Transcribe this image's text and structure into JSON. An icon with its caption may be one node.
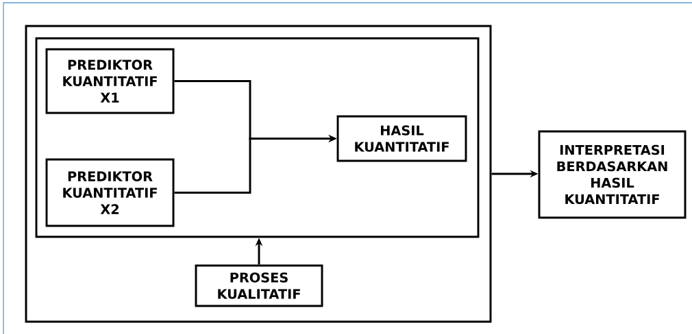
{
  "diagram": {
    "nodes": [
      {
        "text": [],
        "shape": "box"
      },
      {
        "text": [],
        "shape": "box",
        "in": 0
      },
      {
        "text": [
          "PREDIKTOR KUANTITATIF X1"
        ],
        "in": 1
      },
      {
        "text": [
          "PREDIKTOR KUANTITATIF X2"
        ],
        "in": 1
      },
      {
        "text": [
          "HASIL KUANTITATIF"
        ],
        "in": 1
      },
      {
        "text": [
          "PROSES KUALITATIF"
        ],
        "in": 0
      },
      {
        "text": [
          "INTERPRETASI BERDASARKAN HASIL KUANTITATIF"
        ]
      }
    ],
    "edges": [
      {
        "from": 2,
        "to": 4,
        "arrow": "to"
      },
      {
        "from": 3,
        "to": 4,
        "arrow": "to"
      },
      {
        "from": 5,
        "to": 1,
        "arrow": "to"
      },
      {
        "from": 0,
        "to": 6,
        "arrow": "to"
      }
    ]
  }
}
